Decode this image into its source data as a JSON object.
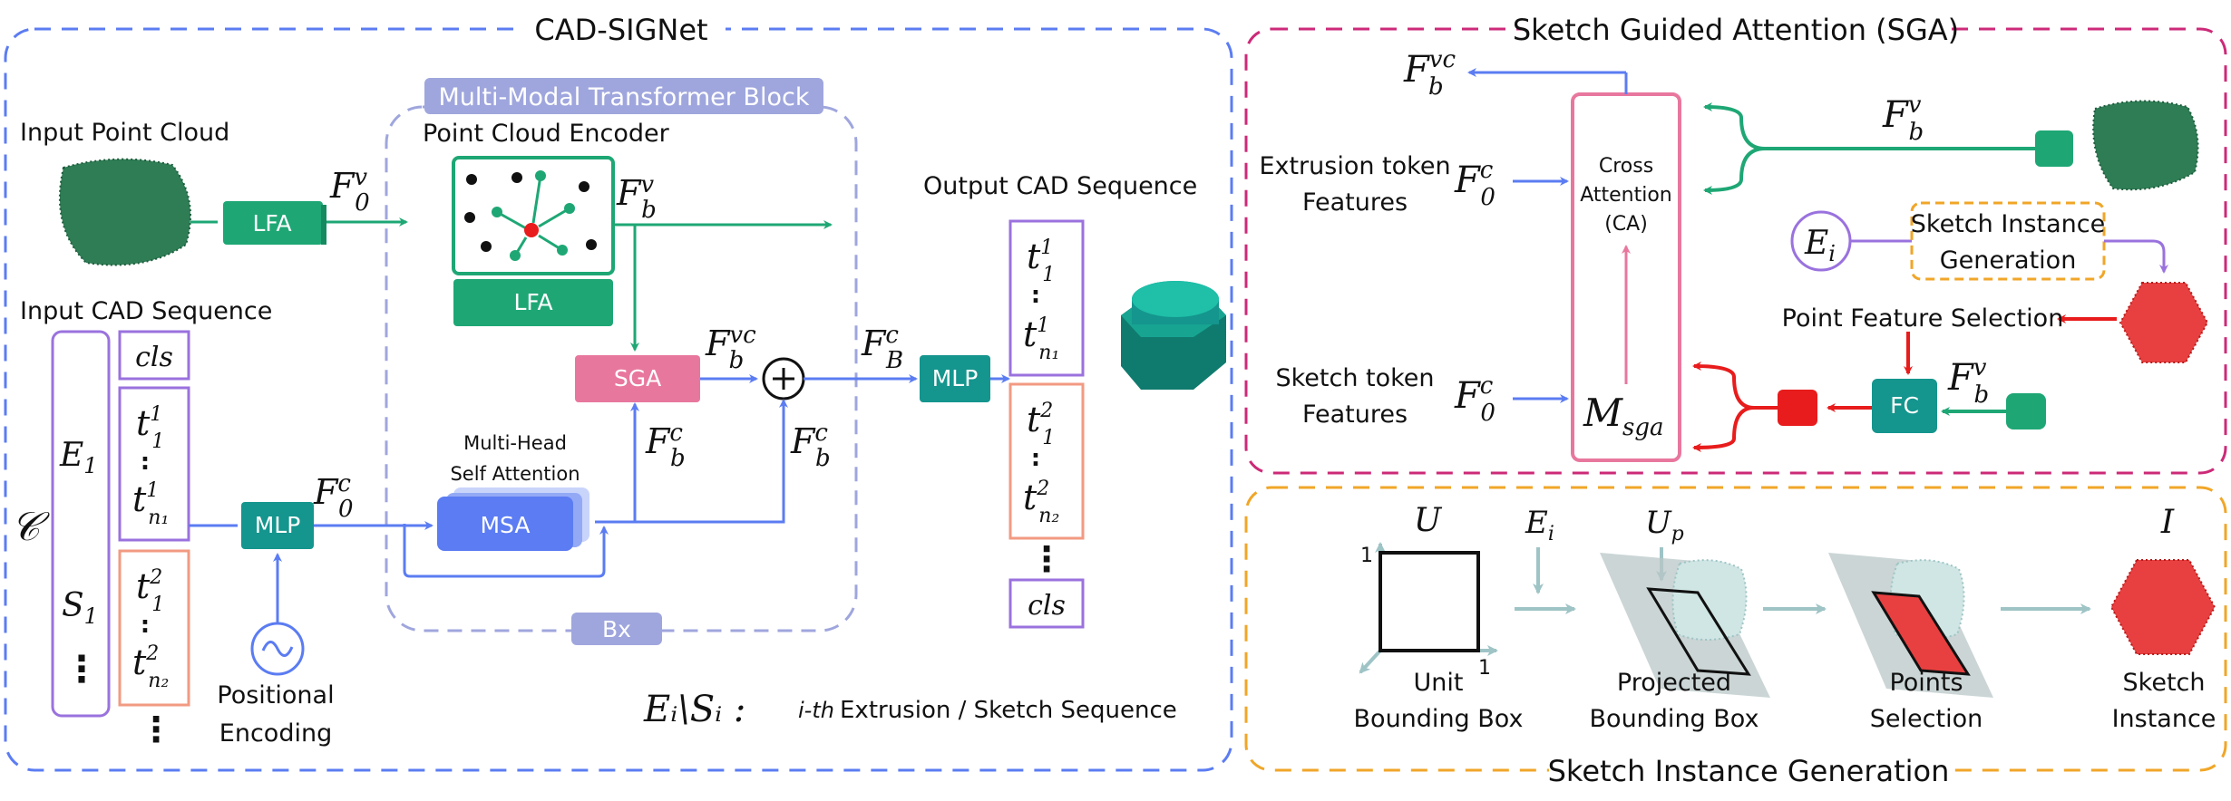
{
  "colors": {
    "blue": "#5b7cf2",
    "green": "#1ea775",
    "teal": "#14958d",
    "pink": "#e8779e",
    "magenta": "#cc2a78",
    "orange": "#f0a628",
    "purple": "#9a72de",
    "salmon": "#f29a82",
    "red": "#e81c1c",
    "gray_teal": "#9fc4c6",
    "lavender": "#9fa6dd"
  },
  "main": {
    "title": "CAD-SIGNet",
    "input_point_cloud": "Input Point Cloud",
    "input_cad_sequence": "Input CAD Sequence",
    "output_cad_sequence": "Output CAD Sequence",
    "mmtb_title": "Multi-Modal Transformer Block",
    "pce_title": "Point Cloud Encoder",
    "mhsa_line1": "Multi-Head",
    "mhsa_line2": "Self Attention",
    "bx": "Bx",
    "positional_line1": "Positional",
    "positional_line2": "Encoding",
    "legend_ith": "i-th",
    "legend_rest": "Extrusion / Sketch Sequence",
    "blocks": {
      "lfa_input": "LFA",
      "lfa_encoder": "LFA",
      "mlp_input": "MLP",
      "mlp_output": "MLP",
      "msa": "MSA",
      "sga": "SGA"
    },
    "math": {
      "F0v_main": "F",
      "F0v_sub": "0",
      "F0v_sup": "v",
      "Fbv_main": "F",
      "Fbv_sub": "b",
      "Fbv_sup": "v",
      "Fbvc_main": "F",
      "Fbvc_sub": "b",
      "Fbvc_sup": "vc",
      "FBc_main": "F",
      "FBc_sub": "B",
      "FBc_sup": "c",
      "Fbc1_main": "F",
      "Fbc1_sub": "b",
      "Fbc1_sup": "c",
      "Fbc2_main": "F",
      "Fbc2_sub": "b",
      "Fbc2_sup": "c",
      "F0c_main": "F",
      "F0c_sub": "0",
      "F0c_sup": "c",
      "C": "𝒞",
      "E1_main": "E",
      "E1_sub": "1",
      "S1_main": "S",
      "S1_sub": "1",
      "legend_math": "Eᵢ\\Sᵢ :"
    },
    "sequence_tokens": {
      "cls": "cls",
      "t": "t",
      "sup1": "1",
      "sup2": "2",
      "sub1": "1",
      "n1": "n₁",
      "n2": "n₂",
      "colon": ":",
      "vdots": "⋮"
    }
  },
  "sga": {
    "title": "Sketch Guided Attention (SGA)",
    "extrusion_line1": "Extrusion token",
    "extrusion_line2": "Features",
    "sketch_line1": "Sketch token",
    "sketch_line2": "Features",
    "ca_line1": "Cross",
    "ca_line2": "Attention",
    "ca_line3": "(CA)",
    "sig_line1": "Sketch Instance",
    "sig_line2": "Generation",
    "point_feature_selection": "Point Feature Selection",
    "fc": "FC",
    "math": {
      "Fbvc": "F",
      "Fbvc_sub": "b",
      "Fbvc_sup": "vc",
      "Fbv": "F",
      "Fbv_sub": "b",
      "Fbv_sup": "v",
      "F0c_top": "F",
      "F0c_top_sub": "0",
      "F0c_top_sup": "c",
      "F0c_bot": "F",
      "F0c_bot_sub": "0",
      "F0c_bot_sup": "c",
      "Msga": "M",
      "Msga_sub": "sga",
      "Ei": "E",
      "Ei_sub": "i",
      "Fbv2": "F",
      "Fbv2_sub": "b",
      "Fbv2_sup": "v"
    }
  },
  "sig": {
    "title": "Sketch Instance Generation",
    "unit_line1": "Unit",
    "unit_line2": "Bounding Box",
    "projected_line1": "Projected",
    "projected_line2": "Bounding Box",
    "points_line1": "Points",
    "points_line2": "Selection",
    "sketch_line1": "Sketch",
    "sketch_line2": "Instance",
    "math": {
      "U": "U",
      "Ei": "E",
      "Ei_sub": "i",
      "Up": "U",
      "Up_sub": "p",
      "I": "I",
      "one_a": "1",
      "one_b": "1"
    }
  }
}
